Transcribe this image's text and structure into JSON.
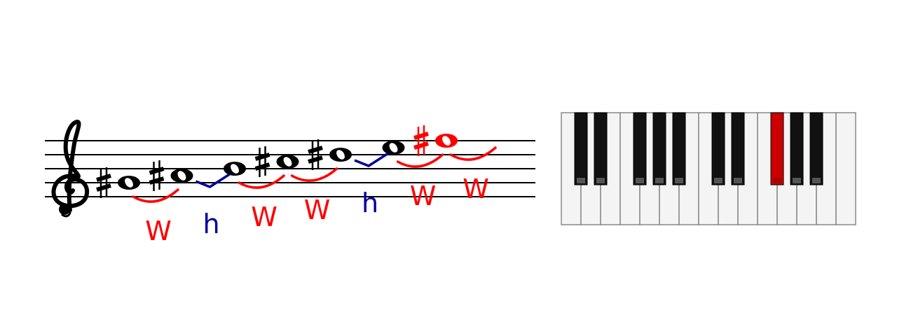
{
  "colors": {
    "ink": "#000000",
    "whole_step": "#ff0000",
    "half_step": "#000099",
    "highlight_key": "#cc0000",
    "white_key": "#f4f4f4",
    "key_outline": "#888888"
  },
  "staff": {
    "clef": "treble-clef",
    "notes": [
      {
        "step": 0,
        "sharp": true,
        "highlight": false
      },
      {
        "step": 1,
        "sharp": true,
        "highlight": false
      },
      {
        "step": 2,
        "sharp": false,
        "highlight": false
      },
      {
        "step": 3,
        "sharp": true,
        "highlight": false
      },
      {
        "step": 4,
        "sharp": true,
        "highlight": false
      },
      {
        "step": 5,
        "sharp": false,
        "highlight": false
      },
      {
        "step": 6,
        "sharp": true,
        "highlight": true
      }
    ]
  },
  "intervals": [
    {
      "kind": "whole",
      "label": "W"
    },
    {
      "kind": "half",
      "label": "h"
    },
    {
      "kind": "whole",
      "label": "W"
    },
    {
      "kind": "whole",
      "label": "W"
    },
    {
      "kind": "half",
      "label": "h"
    },
    {
      "kind": "whole",
      "label": "W"
    },
    {
      "kind": "whole",
      "label": "W"
    }
  ],
  "keyboard": {
    "white_key_count": 15,
    "black_after_white": [
      0,
      1,
      3,
      4,
      5,
      7,
      8,
      10,
      11,
      12
    ],
    "highlighted_black": [
      7
    ]
  }
}
